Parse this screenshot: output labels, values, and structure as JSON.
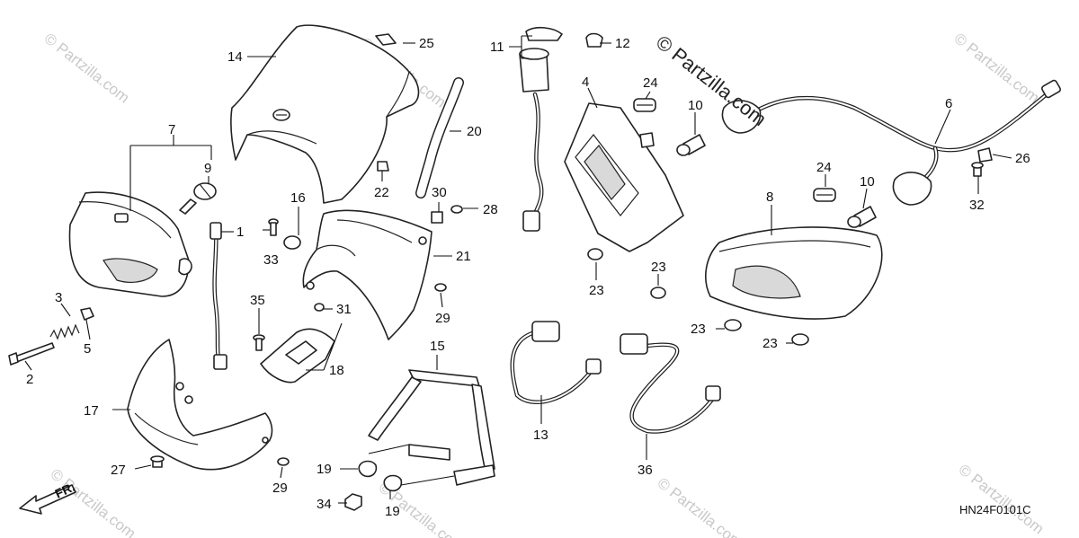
{
  "watermark": {
    "main": "© Partzilla.com",
    "tile": "© Partzilla.com"
  },
  "diagram_code": "HN24F0101C",
  "front_indicator": "FR.",
  "callouts": {
    "p1": "1",
    "p2": "2",
    "p3": "3",
    "p4": "4",
    "p5": "5",
    "p6": "6",
    "p7": "7",
    "p8": "8",
    "p9": "9",
    "p10a": "10",
    "p10b": "10",
    "p11": "11",
    "p12": "12",
    "p13": "13",
    "p14": "14",
    "p15": "15",
    "p16": "16",
    "p17": "17",
    "p18": "18",
    "p19a": "19",
    "p19b": "19",
    "p20": "20",
    "p21": "21",
    "p22": "22",
    "p23a": "23",
    "p23b": "23",
    "p23c": "23",
    "p23d": "23",
    "p24a": "24",
    "p24b": "24",
    "p25": "25",
    "p26": "26",
    "p27": "27",
    "p28": "28",
    "p29a": "29",
    "p29b": "29",
    "p30": "30",
    "p31": "31",
    "p32": "32",
    "p33": "33",
    "p34": "34",
    "p35": "35",
    "p36": "36"
  }
}
